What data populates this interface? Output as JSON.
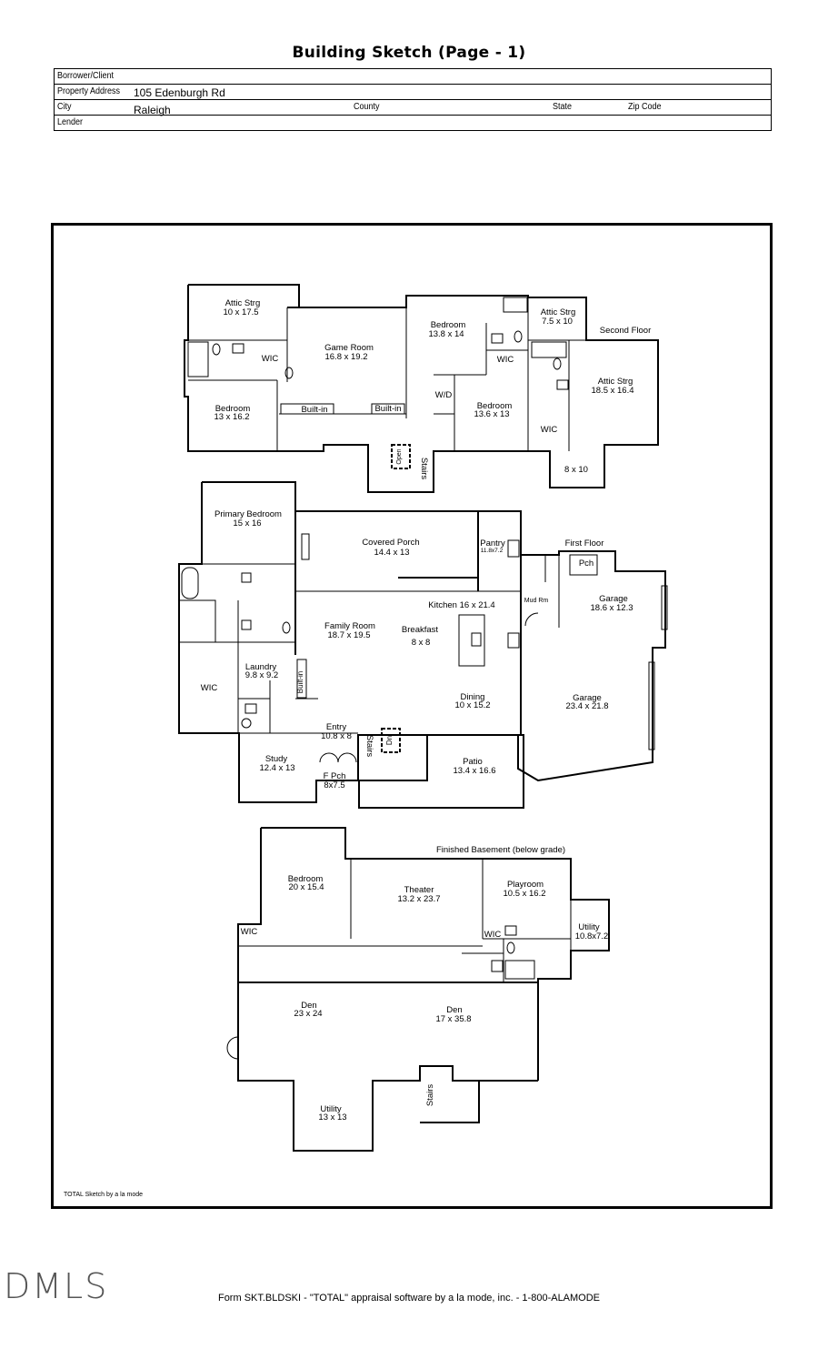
{
  "header": {
    "title": "Building Sketch (Page - 1)"
  },
  "info": {
    "borrower_label": "Borrower/Client",
    "borrower_value": "",
    "address_label": "Property Address",
    "address_value": "105 Edenburgh Rd",
    "city_label": "City",
    "city_value": "Raleigh",
    "county_label": "County",
    "state_label": "State",
    "zip_label": "Zip Code",
    "lender_label": "Lender"
  },
  "floors": {
    "second": "Second Floor",
    "first": "First Floor",
    "basement": "Finished Basement (below grade)"
  },
  "rooms": {
    "attic1": {
      "name": "Attic Strg",
      "dim": "10 x 17.5"
    },
    "game": {
      "name": "Game Room",
      "dim": "16.8 x 19.2"
    },
    "bed2a": {
      "name": "Bedroom",
      "dim": "13.8 x 14"
    },
    "attic2": {
      "name": "Attic Strg",
      "dim": "7.5 x 10"
    },
    "attic3": {
      "name": "Attic Strg",
      "dim": "18.5 x 16.4"
    },
    "bed2b": {
      "name": "Bedroom",
      "dim": "13 x 16.2"
    },
    "bed2c": {
      "name": "Bedroom",
      "dim": "13.6 x 13"
    },
    "ext8x10": "8 x 10",
    "primary": {
      "name": "Primary Bedroom",
      "dim": "15 x 16"
    },
    "porch": {
      "name": "Covered Porch",
      "dim": "14.4 x 13"
    },
    "pantry": {
      "name": "Pantry",
      "dim": "11.8x7.2"
    },
    "kitchen": "Kitchen 16 x 21.4",
    "family": {
      "name": "Family Room",
      "dim": "18.7 x 19.5"
    },
    "breakfast": {
      "name": "Breakfast",
      "dim": "8 x 8"
    },
    "garage1": {
      "name": "Garage",
      "dim": "18.6 x 12.3"
    },
    "garage2": {
      "name": "Garage",
      "dim": "23.4 x 21.8"
    },
    "laundry": {
      "name": "Laundry",
      "dim": "9.8 x 9.2"
    },
    "dining": {
      "name": "Dining",
      "dim": "10 x 15.2"
    },
    "entry": {
      "name": "Entry",
      "dim": "10.8 x 8"
    },
    "study": {
      "name": "Study",
      "dim": "12.4 x 13"
    },
    "fpch": {
      "name": "F Pch",
      "dim": "8x7.5"
    },
    "patio": {
      "name": "Patio",
      "dim": "13.4 x 16.6"
    },
    "bbed": {
      "name": "Bedroom",
      "dim": "20 x 15.4"
    },
    "theater": {
      "name": "Theater",
      "dim": "13.2 x 23.7"
    },
    "playroom": {
      "name": "Playroom",
      "dim": "10.5 x 16.2"
    },
    "butil": {
      "name": "Utility",
      "dim": "10.8x7.2"
    },
    "den1": {
      "name": "Den",
      "dim": "23 x 24"
    },
    "den2": {
      "name": "Den",
      "dim": "17 x 35.8"
    },
    "util2": {
      "name": "Utility",
      "dim": "13 x 13"
    }
  },
  "labels": {
    "wic": "WIC",
    "builtin": "Built-in",
    "wd": "W/D",
    "stairs": "Stairs",
    "open": "Open",
    "dn": "Dn",
    "pch": "Pch",
    "mudrm": "Mud Rm"
  },
  "credit": "TOTAL Sketch by a la mode",
  "logo": "DMLS",
  "footer": "Form SKT.BLDSKI - \"TOTAL\" appraisal software by a la mode, inc. - 1-800-ALAMODE"
}
